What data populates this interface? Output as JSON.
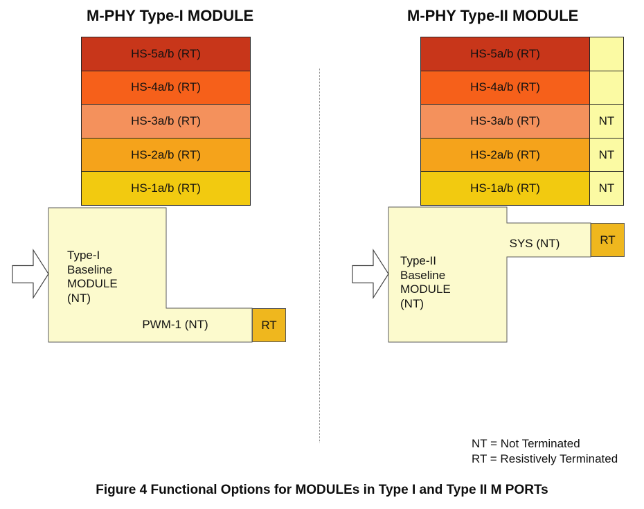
{
  "page": {
    "caption": "Figure 4 Functional Options for MODULEs in Type I and Type II M PORTs"
  },
  "legend": {
    "line1": "NT = Not Terminated",
    "line2": "RT = Resistively Terminated"
  },
  "colors": {
    "hs5": "#C8361A",
    "hs4": "#F6601A",
    "hs3": "#F4915C",
    "hs2": "#F5A31B",
    "hs1": "#F2CA10",
    "rt_box": "#EFB71E",
    "nt_box": "#FBFAA3",
    "baseline_fill": "#FCFACD"
  },
  "type1": {
    "title": "M-PHY Type-I MODULE",
    "bars": [
      {
        "label": "HS-5a/b (RT)"
      },
      {
        "label": "HS-4a/b (RT)"
      },
      {
        "label": "HS-3a/b (RT)"
      },
      {
        "label": "HS-2a/b (RT)"
      },
      {
        "label": "HS-1a/b (RT)"
      }
    ],
    "baseline_label": "Type-I\nBaseline\nMODULE\n(NT)",
    "pwm_label": "PWM-1 (NT)",
    "rt_label": "RT"
  },
  "type2": {
    "title": "M-PHY Type-II MODULE",
    "bars": [
      {
        "label": "HS-5a/b (RT)",
        "side": ""
      },
      {
        "label": "HS-4a/b (RT)",
        "side": ""
      },
      {
        "label": "HS-3a/b (RT)",
        "side": "NT"
      },
      {
        "label": "HS-2a/b (RT)",
        "side": "NT"
      },
      {
        "label": "HS-1a/b (RT)",
        "side": "NT"
      }
    ],
    "baseline_label": "Type-II\nBaseline\nMODULE\n(NT)",
    "sys_label": "SYS (NT)",
    "rt_label": "RT"
  }
}
